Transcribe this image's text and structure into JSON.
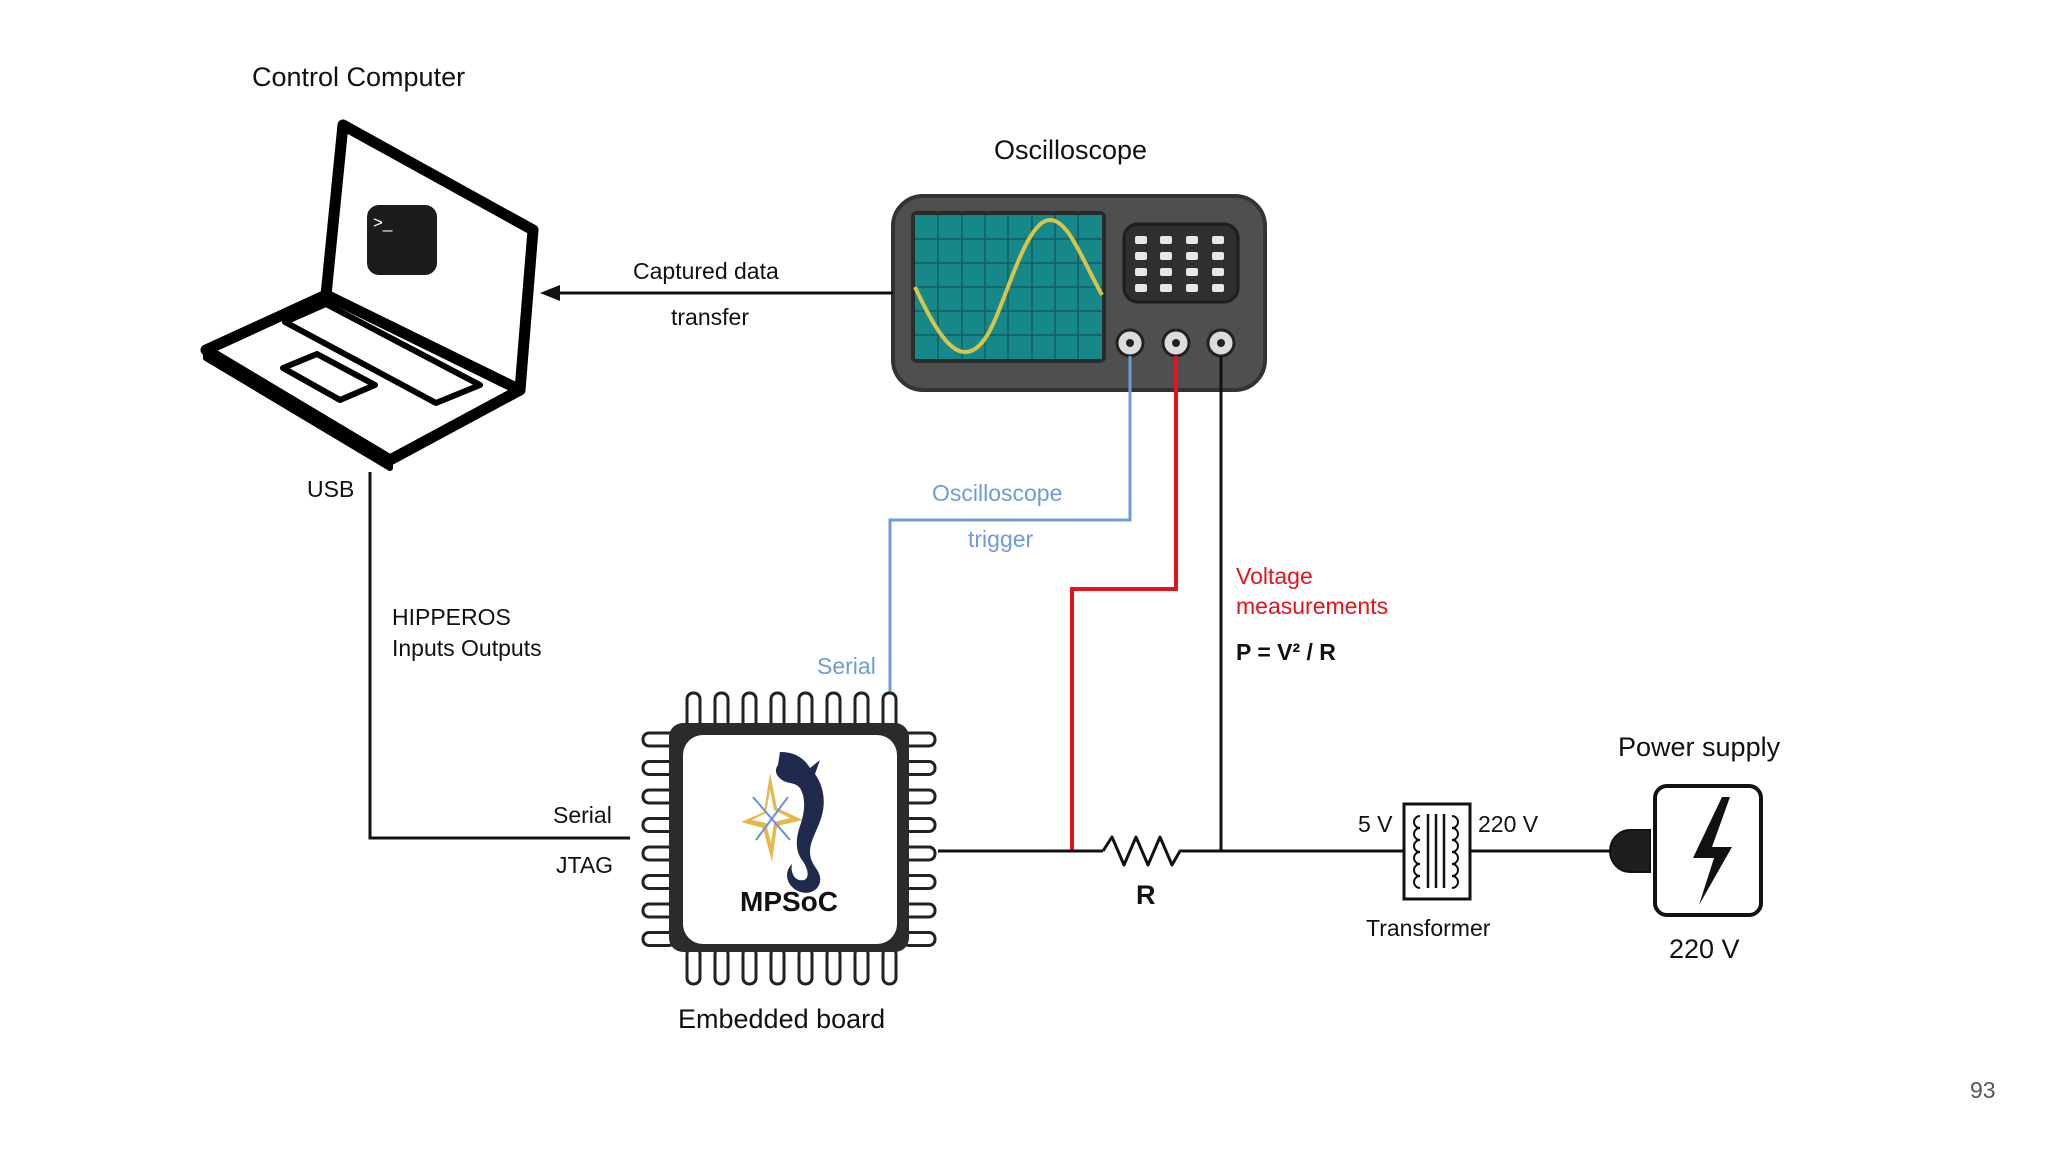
{
  "labels": {
    "control_computer": "Control Computer",
    "oscilloscope": "Oscilloscope",
    "captured_data": "Captured data",
    "transfer": "transfer",
    "usb": "USB",
    "hipperos": "HIPPEROS",
    "inputs_outputs": "Inputs Outputs",
    "osc_trigger_1": "Oscilloscope",
    "osc_trigger_2": "trigger",
    "serial_blue": "Serial",
    "voltage_1": "Voltage",
    "voltage_2": "measurements",
    "formula": "P = V² / R",
    "power_supply": "Power supply",
    "serial": "Serial",
    "jtag": "JTAG",
    "mpsoc": "MPSoC",
    "embedded_board": "Embedded board",
    "r": "R",
    "five_v": "5 V",
    "two_twenty_v_top": "220 V",
    "transformer": "Transformer",
    "two_twenty_v_bottom": "220 V",
    "terminal_prompt": ">_",
    "page_number": "93"
  },
  "colors": {
    "wire_black": "#111111",
    "wire_red": "#e0151b",
    "wire_blue": "#6f9bd6",
    "scope_body": "#4a4a4a",
    "scope_screen": "#1a8a8a",
    "sine": "#d4c044",
    "label_red": "#e0151b",
    "label_blue": "#6f9bd6"
  },
  "icons": [
    "laptop-icon",
    "terminal-icon",
    "oscilloscope-icon",
    "chip-icon",
    "seahorse-logo-icon",
    "resistor-icon",
    "transformer-icon",
    "power-plug-icon",
    "lightning-bolt-icon"
  ]
}
